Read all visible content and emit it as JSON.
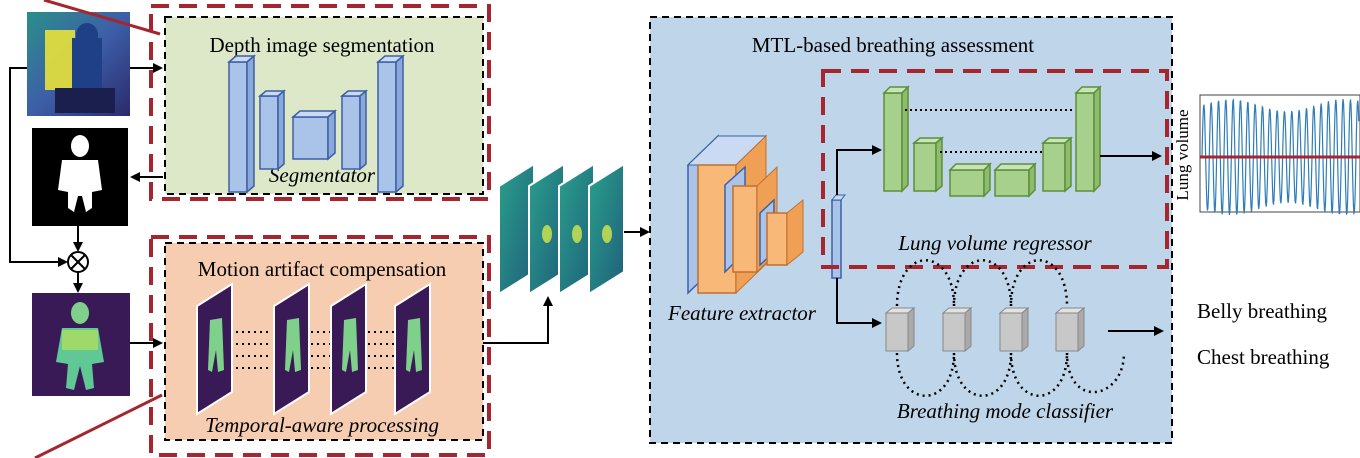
{
  "segmentation": {
    "title": "Depth image segmentation",
    "caption": "Segmentator"
  },
  "motion": {
    "title": "Motion artifact compensation",
    "caption": "Temporal-aware processing"
  },
  "mtl": {
    "title": "MTL-based breathing assessment",
    "feature_caption": "Feature extractor",
    "regressor_caption": "Lung volume regressor",
    "classifier_caption": "Breathing mode classifier"
  },
  "outputs": {
    "lung_axis_label": "Lung volume",
    "modes": [
      "Belly breathing",
      "Chest breathing"
    ]
  },
  "colors": {
    "dashed_red": "#A5262E",
    "seg_bg": "#DDE8C8",
    "motion_bg": "#F6CDB0",
    "mtl_bg": "#BFD5EA",
    "blue_block": "#A9C4E8",
    "orange_block": "#F8B878",
    "green_block": "#A8D08D",
    "gray_block": "#C8C8C8",
    "signal": "#2E7DB8"
  },
  "icons": [
    "otimes-icon"
  ]
}
